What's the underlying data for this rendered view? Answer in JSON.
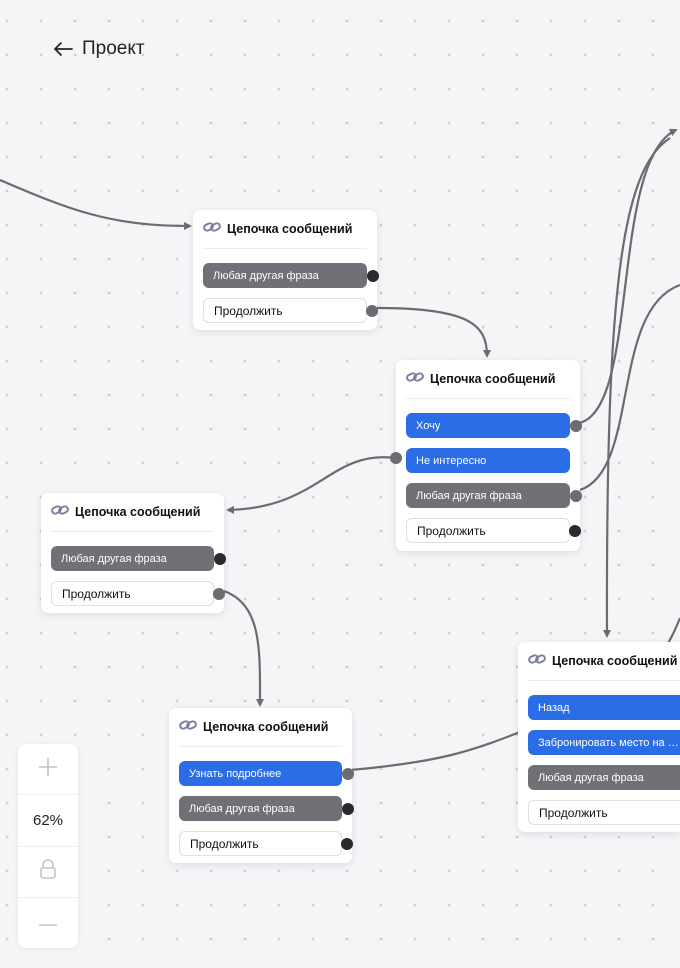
{
  "header": {
    "back_icon": "arrow-left-icon",
    "title": "Проект"
  },
  "zoom": {
    "level": "62%",
    "zoom_in_icon": "plus-icon",
    "lock_icon": "lock-icon",
    "zoom_out_icon": "minus-icon"
  },
  "nodes": [
    {
      "title": "Цепочка сообщений",
      "icon": "link-icon",
      "buttons": [
        {
          "label": "Любая другая фраза",
          "style": "gray"
        },
        {
          "label": "Продолжить",
          "style": "plain"
        }
      ]
    },
    {
      "title": "Цепочка сообщений",
      "icon": "link-icon",
      "buttons": [
        {
          "label": "Хочу",
          "style": "blue"
        },
        {
          "label": "Не интересно",
          "style": "blue"
        },
        {
          "label": "Любая другая фраза",
          "style": "gray"
        },
        {
          "label": "Продолжить",
          "style": "plain"
        }
      ]
    },
    {
      "title": "Цепочка сообщений",
      "icon": "link-icon",
      "buttons": [
        {
          "label": "Любая другая фраза",
          "style": "gray"
        },
        {
          "label": "Продолжить",
          "style": "plain"
        }
      ]
    },
    {
      "title": "Цепочка сообщений",
      "icon": "link-icon",
      "buttons": [
        {
          "label": "Узнать подробнее",
          "style": "blue"
        },
        {
          "label": "Любая другая фраза",
          "style": "gray"
        },
        {
          "label": "Продолжить",
          "style": "plain"
        }
      ]
    },
    {
      "title": "Цепочка сообщений",
      "icon": "link-icon",
      "buttons": [
        {
          "label": "Назад",
          "style": "blue"
        },
        {
          "label": "Забронировать место на кур...",
          "style": "blue"
        },
        {
          "label": "Любая другая фраза",
          "style": "gray"
        },
        {
          "label": "Продолжить",
          "style": "plain"
        }
      ]
    }
  ]
}
